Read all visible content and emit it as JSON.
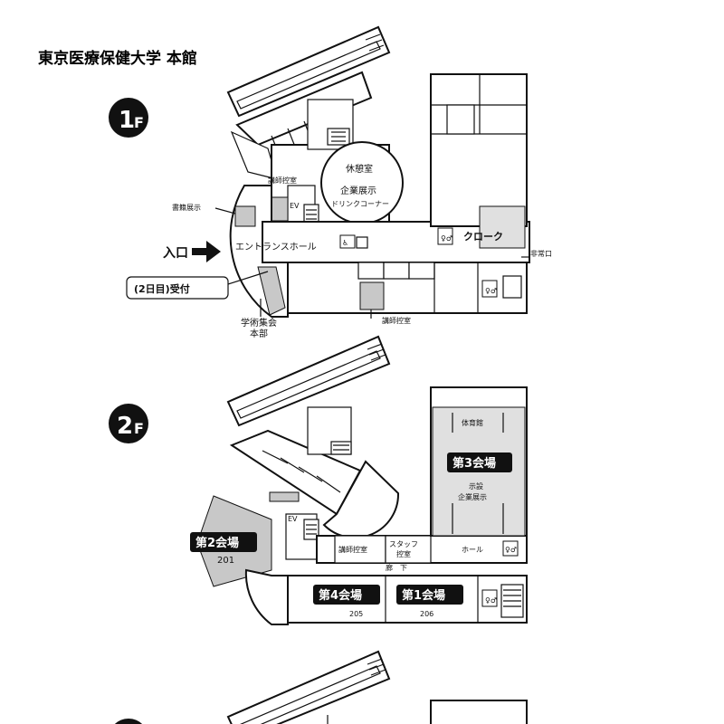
{
  "title": "東京医療保健大学 本館",
  "floors": [
    {
      "id": "1f",
      "badge_num": "1",
      "badge_suffix": "F",
      "labels": {
        "lounge": "休憩室",
        "exhibit": "企業展示",
        "drink": "ドリンクコーナー",
        "speaker_room_upper": "講師控室",
        "speaker_room_lower": "講師控室",
        "ev": "EV",
        "books": "書籍展示",
        "entrance": "入口",
        "hall": "エントランスホール",
        "cloak": "クローク",
        "emergency_exit": "非常口",
        "reception": "(2日目)受付",
        "hq": "学術集会",
        "hq2": "本部"
      }
    },
    {
      "id": "2f",
      "badge_num": "2",
      "badge_suffix": "F",
      "labels": {
        "gym": "体育館",
        "venue3": "第3会場",
        "display": "示設",
        "exhibit": "企業展示",
        "venue2": "第2会場",
        "room201": "201",
        "ev": "EV",
        "speaker_room": "講師控室",
        "staff": "スタッフ",
        "staff2": "控室",
        "hall": "ホール",
        "corridor": "廊　下",
        "venue4": "第4会場",
        "room205": "205",
        "venue1": "第1会場",
        "room206": "206"
      }
    },
    {
      "id": "3f",
      "badge_num": "",
      "badge_suffix": ""
    }
  ]
}
